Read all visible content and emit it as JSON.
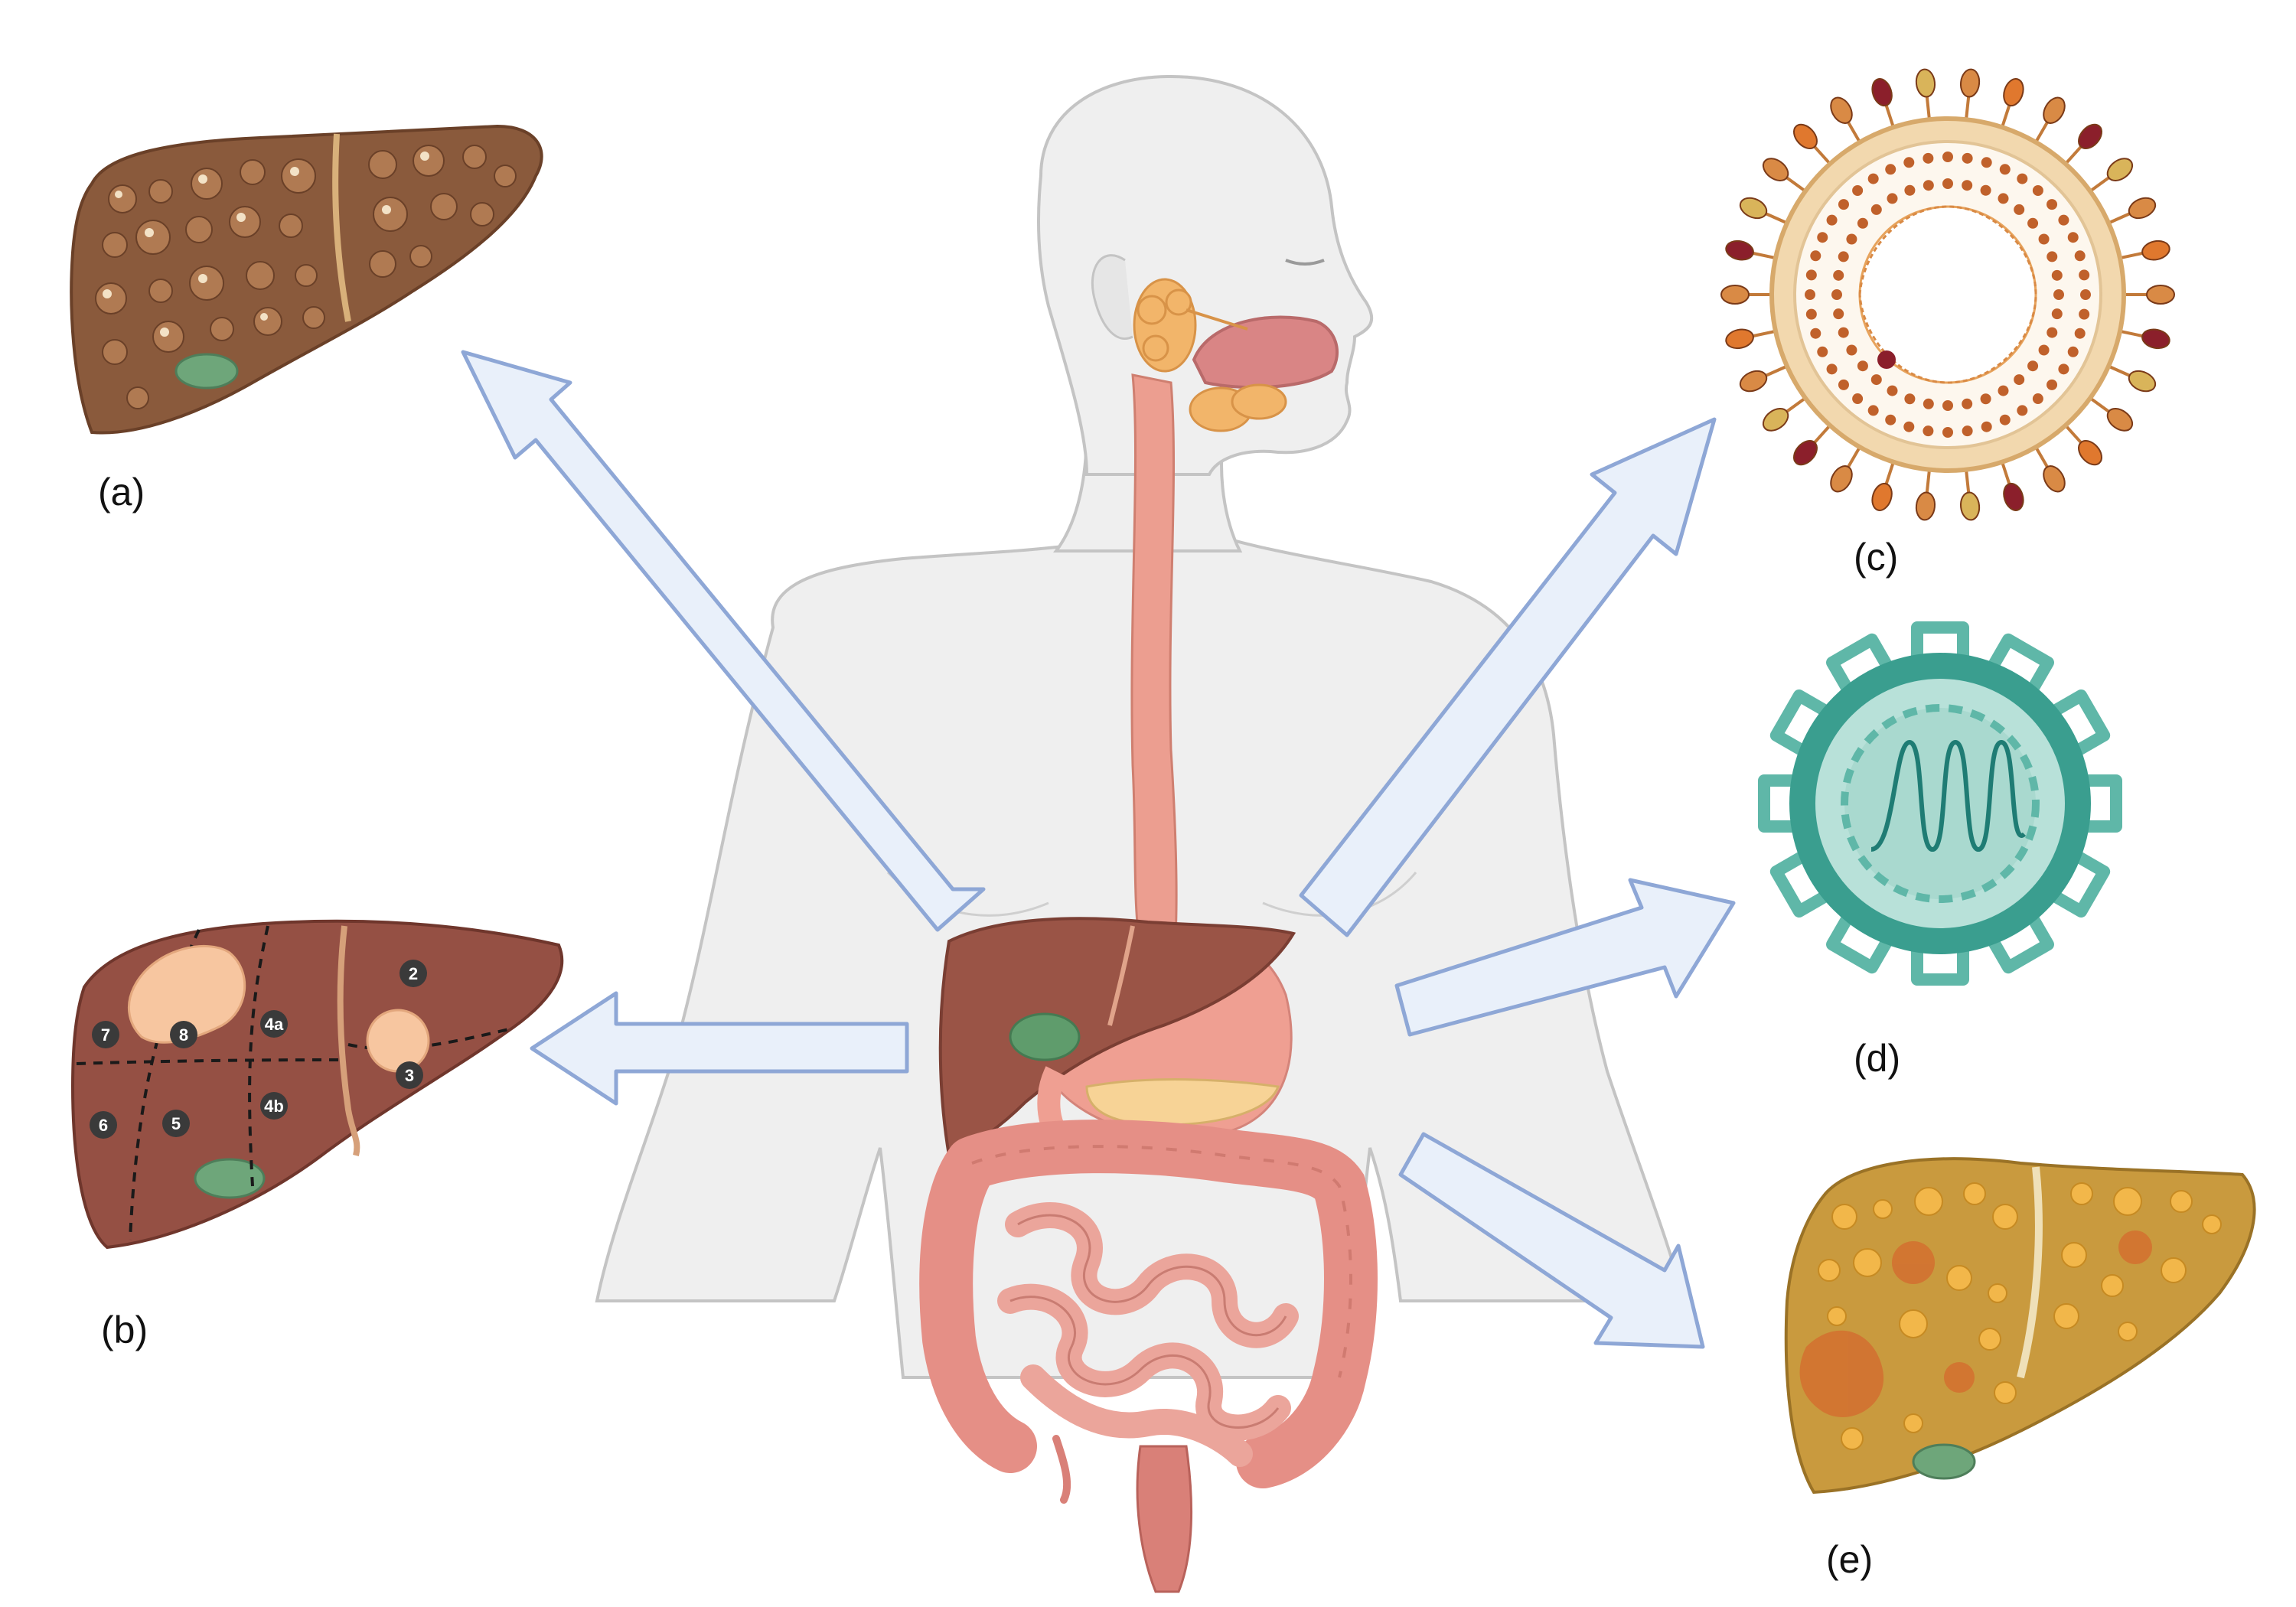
{
  "labels": {
    "a": "(a)",
    "b": "(b)",
    "c": "(c)",
    "d": "(d)",
    "e": "(e)"
  },
  "liver_segments": [
    "2",
    "3",
    "4a",
    "4b",
    "5",
    "6",
    "7",
    "8"
  ],
  "colors": {
    "arrow_fill": "#e9f0fa",
    "arrow_stroke": "#8ea7d6",
    "body_fill": "#eeeeee",
    "body_stroke": "#bdbdbd",
    "cirrhotic_liver": "#8a5a3c",
    "liver": "#955044",
    "tumor": "#f7c6a0",
    "fatty_liver": "#c99a3e",
    "gallbladder": "#6ea67a",
    "esophagus": "#eb9b8e",
    "salivary_gland": "#f0b56b",
    "hbv_capsid": "#e7a35c",
    "hcv_shell": "#3a9e8f",
    "intestine": "#e9a097"
  },
  "icons": [
    "human-body",
    "digestive-system",
    "cirrhotic-liver",
    "segmented-liver-with-tumors",
    "hepatitis-b-virus",
    "hepatitis-c-virus",
    "fatty-liver"
  ]
}
